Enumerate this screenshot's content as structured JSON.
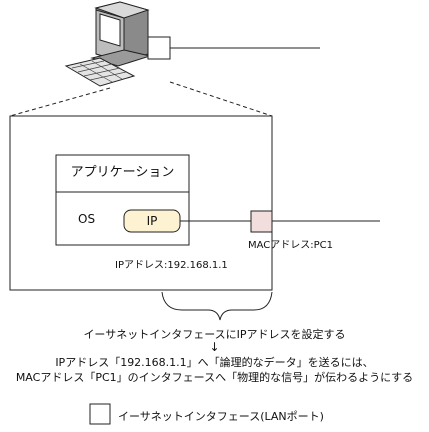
{
  "diagram": {
    "application_label": "アプリケーション",
    "os_label": "OS",
    "ip_label": "IP",
    "mac_label": "MACアドレス:PC1",
    "ip_address_label": "IPアドレス:192.168.1.1"
  },
  "captions": {
    "line1": "イーサネットインタフェースにIPアドレスを設定する",
    "arrow": "↓",
    "line2": "IPアドレス「192.168.1.1」へ「論理的なデータ」を送るには、",
    "line3": "MACアドレス「PC1」のインタフェースへ「物理的な信号」が伝わるようにする"
  },
  "legend": {
    "label": "イーサネットインタフェース(LANポート)"
  },
  "colors": {
    "port_fill": "#f3dede",
    "ip_pill_fill": "#fdf3d3"
  }
}
